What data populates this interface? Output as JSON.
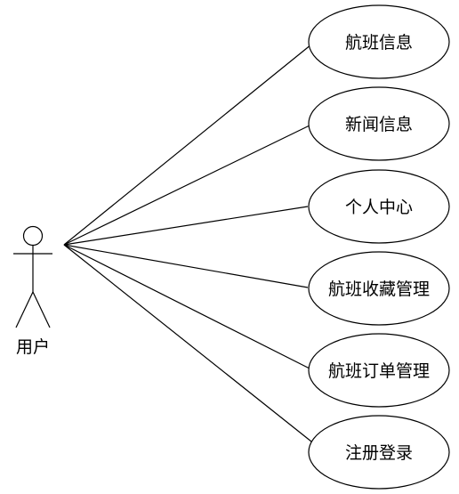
{
  "actor": {
    "label": "用户",
    "icon": "stick-figure-icon"
  },
  "use_cases": [
    {
      "id": "flight-info",
      "label": "航班信息"
    },
    {
      "id": "news-info",
      "label": "新闻信息"
    },
    {
      "id": "personal-center",
      "label": "个人中心"
    },
    {
      "id": "flight-favorites-management",
      "label": "航班收藏管理"
    },
    {
      "id": "flight-order-management",
      "label": "航班订单管理"
    },
    {
      "id": "register-login",
      "label": "注册登录"
    }
  ]
}
